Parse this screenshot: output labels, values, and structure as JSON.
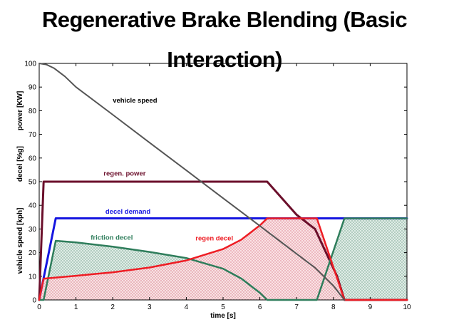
{
  "title": "Regenerative Brake Blending (Basic Interaction)",
  "chart_data": {
    "type": "line",
    "title": "Regenerative Brake Blending (Basic Interaction)",
    "xlabel": "time [s]",
    "ylabels": [
      "power [KW]",
      "decel [%g]",
      "vehicle speed [kph]"
    ],
    "xlim": [
      0,
      10
    ],
    "ylim": [
      0,
      100
    ],
    "xticks": [
      0,
      1,
      2,
      3,
      4,
      5,
      6,
      7,
      8,
      9,
      10
    ],
    "yticks": [
      0,
      10,
      20,
      30,
      40,
      50,
      60,
      70,
      80,
      90,
      100
    ],
    "grid": false,
    "series": [
      {
        "name": "vehicle speed",
        "color": "#555555",
        "x": [
          0,
          0.2,
          0.4,
          0.7,
          1,
          2,
          3,
          4,
          5,
          6,
          7,
          7.5,
          8,
          8.2,
          8.3
        ],
        "y": [
          100,
          99.5,
          98,
          94.5,
          90,
          78.3,
          66.5,
          54.8,
          43,
          31.3,
          19.5,
          13.6,
          6,
          2,
          0
        ]
      },
      {
        "name": "regen. power",
        "color": "#6b0f2b",
        "x": [
          0,
          0.12,
          6.2,
          7,
          7.5,
          7.8,
          8.1,
          8.3,
          10
        ],
        "y": [
          0,
          50,
          50,
          36,
          30,
          20,
          10,
          0,
          0
        ]
      },
      {
        "name": "decel demand",
        "color": "#1515e0",
        "x": [
          0,
          0.45,
          10
        ],
        "y": [
          0,
          34.5,
          34.5
        ]
      },
      {
        "name": "friction decel",
        "color": "#2e7d5b",
        "x": [
          0,
          0.12,
          0.45,
          1,
          2,
          3,
          4,
          5,
          5.5,
          6,
          6.2,
          7.55,
          8.3,
          10
        ],
        "y": [
          0,
          0,
          25,
          24.3,
          22.5,
          20.3,
          17.7,
          13.2,
          9,
          3,
          0,
          0,
          34.5,
          34.5
        ]
      },
      {
        "name": "regen decel",
        "color": "#ee1d24",
        "x": [
          0,
          0.12,
          1,
          2,
          3,
          4,
          5,
          5.5,
          6,
          6.2,
          7.55,
          8.3,
          10
        ],
        "y": [
          0,
          9,
          10.2,
          11.7,
          13.7,
          16.7,
          21.5,
          25.5,
          31.5,
          34.5,
          34.5,
          0,
          0
        ]
      }
    ],
    "annotations": [
      {
        "text": "vehicle speed",
        "x": 2.0,
        "y": 83.5
      },
      {
        "text": "regen. power",
        "x": 1.75,
        "y": 52.5
      },
      {
        "text": "decel demand",
        "x": 1.8,
        "y": 36.5
      },
      {
        "text": "friction decel",
        "x": 1.4,
        "y": 25.5
      },
      {
        "text": "regen decel",
        "x": 4.25,
        "y": 25.2
      }
    ]
  }
}
